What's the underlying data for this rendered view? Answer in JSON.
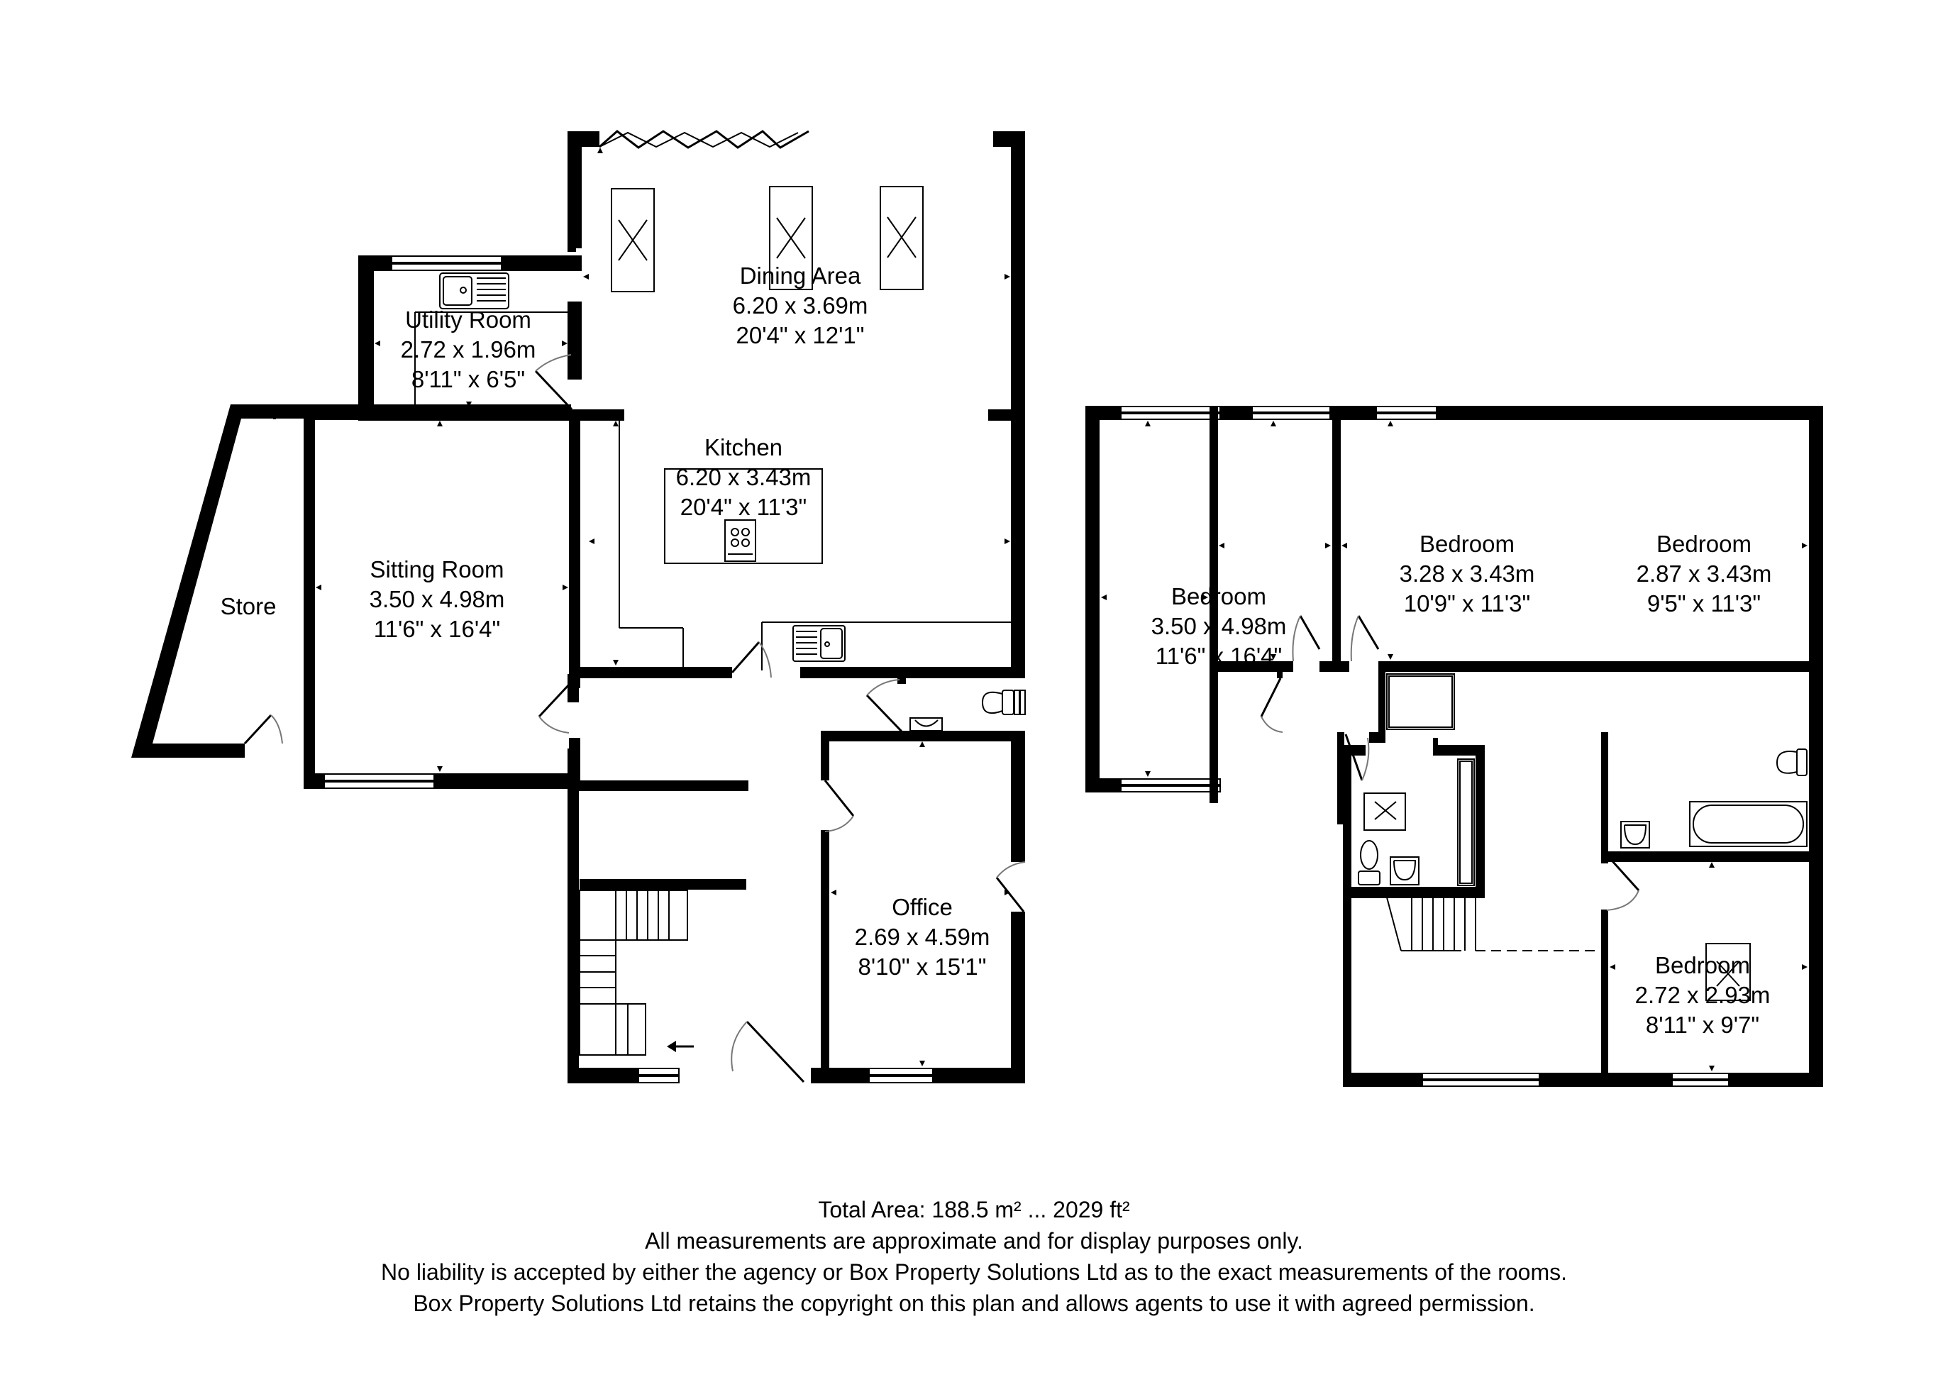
{
  "plan": {
    "ground_floor": {
      "rooms": [
        {
          "name": "Dining Area",
          "metric": "6.20 x 3.69m",
          "imperial": "20'4\" x 12'1\""
        },
        {
          "name": "Utility Room",
          "metric": "2.72 x 1.96m",
          "imperial": "8'11\" x 6'5\""
        },
        {
          "name": "Kitchen",
          "metric": "6.20 x 3.43m",
          "imperial": "20'4\" x 11'3\""
        },
        {
          "name": "Sitting Room",
          "metric": "3.50 x 4.98m",
          "imperial": "11'6\" x 16'4\""
        },
        {
          "name": "Store"
        },
        {
          "name": "Office",
          "metric": "2.69 x 4.59m",
          "imperial": "8'10\" x 15'1\""
        }
      ]
    },
    "first_floor": {
      "rooms": [
        {
          "name": "Bedroom",
          "metric": "3.50 x 4.98m",
          "imperial": "11'6\" x 16'4\""
        },
        {
          "name": "Bedroom",
          "metric": "3.28 x 3.43m",
          "imperial": "10'9\" x 11'3\""
        },
        {
          "name": "Bedroom",
          "metric": "2.87 x 3.43m",
          "imperial": "9'5\" x 11'3\""
        },
        {
          "name": "Bedroom",
          "metric": "2.72 x 2.93m",
          "imperial": "8'11\" x 9'7\""
        }
      ]
    }
  },
  "footer": {
    "total_area": "Total Area: 188.5 m² ... 2029 ft²",
    "line1": "All measurements are approximate and for display purposes only.",
    "line2": "No liability is accepted by either the agency or Box Property Solutions Ltd as to the exact measurements of the rooms.",
    "line3": "Box Property Solutions Ltd retains the copyright on this plan and allows agents to use it with agreed permission."
  }
}
